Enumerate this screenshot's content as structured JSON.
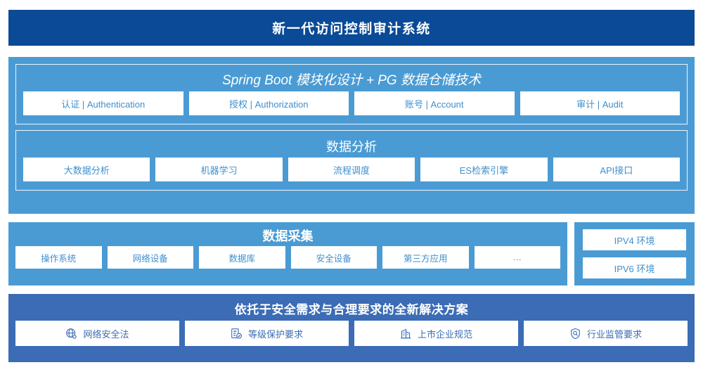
{
  "header": {
    "title": "新一代访问控制审计系统"
  },
  "colors": {
    "header_bg": "#0a4a96",
    "panel_light": "#4a9bd4",
    "panel_mid": "#3b6cb5",
    "chip_bg": "#ffffff",
    "chip_text_light": "#3f8fcc",
    "chip_text_mid": "#3b6cb5"
  },
  "sections": {
    "platform": {
      "title": "Spring Boot 模块化设计 + PG 数据仓储技术",
      "items": [
        {
          "label": "认证 | Authentication"
        },
        {
          "label": "授权 | Authorization"
        },
        {
          "label": "账号 | Account"
        },
        {
          "label": "审计 | Audit"
        }
      ]
    },
    "analysis": {
      "title": "数据分析",
      "items": [
        {
          "label": "大数据分析"
        },
        {
          "label": "机器学习"
        },
        {
          "label": "流程调度"
        },
        {
          "label": "ES检索引擎"
        },
        {
          "label": "API接口"
        }
      ]
    },
    "collection": {
      "title": "数据采集",
      "items": [
        {
          "label": "操作系统"
        },
        {
          "label": "网络设备"
        },
        {
          "label": "数据库"
        },
        {
          "label": "安全设备"
        },
        {
          "label": "第三方应用"
        },
        {
          "label": "…"
        }
      ]
    },
    "environments": {
      "items": [
        {
          "label": "IPV4 环境"
        },
        {
          "label": "IPV6 环境"
        }
      ]
    },
    "compliance": {
      "title": "依托于安全需求与合理要求的全新解决方案",
      "items": [
        {
          "label": "网络安全法",
          "icon": "globe-network-icon"
        },
        {
          "label": "等级保护要求",
          "icon": "document-check-icon"
        },
        {
          "label": "上市企业规范",
          "icon": "office-building-icon"
        },
        {
          "label": "行业监管要求",
          "icon": "shield-search-icon"
        }
      ]
    }
  }
}
